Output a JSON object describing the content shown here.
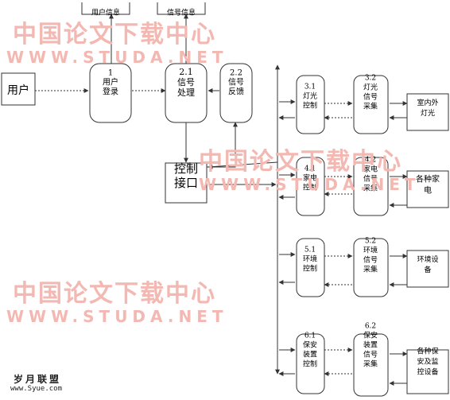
{
  "colors": {
    "line": "#333333",
    "box_fill": "#ffffff",
    "watermark": "#f4b8b2"
  },
  "nodes": {
    "user": "用户",
    "login": [
      "1",
      "用户",
      "登录"
    ],
    "signal_proc": [
      "2.1",
      "信号",
      "处理"
    ],
    "signal_fb": [
      "2.2",
      "信号",
      "反馈"
    ],
    "control_if": [
      "控制",
      "接口"
    ],
    "light_ctrl": [
      "3.1",
      "灯光",
      "控制"
    ],
    "light_sig": [
      "3.2",
      "灯光",
      "信号",
      "采集"
    ],
    "light_out": [
      "室内外",
      "灯光"
    ],
    "appl_ctrl": [
      "4.1",
      "家电",
      "控制"
    ],
    "appl_sig": [
      "4.2",
      "家电",
      "信号",
      "采集"
    ],
    "appl_out": [
      "各种家",
      "电"
    ],
    "env_ctrl": [
      "5.1",
      "环境",
      "控制"
    ],
    "env_sig": [
      "5.2",
      "环境",
      "信号",
      "采集"
    ],
    "env_out": [
      "环境设",
      "备"
    ],
    "sec_ctrl": [
      "6.1",
      "保安",
      "装置",
      "控制"
    ],
    "sec_sig": [
      "6.2",
      "保安",
      "装置",
      "信号",
      "采集"
    ],
    "sec_out": [
      "各种保",
      "安及监",
      "控设备"
    ],
    "user_info": "用户信息",
    "signal_info": "信号信息"
  },
  "watermark": {
    "cn": "中国论文下载中心",
    "url": "WWW.STUDA.NET"
  },
  "logo": {
    "cn": "岁月联盟",
    "url": "www.Syue.com"
  }
}
